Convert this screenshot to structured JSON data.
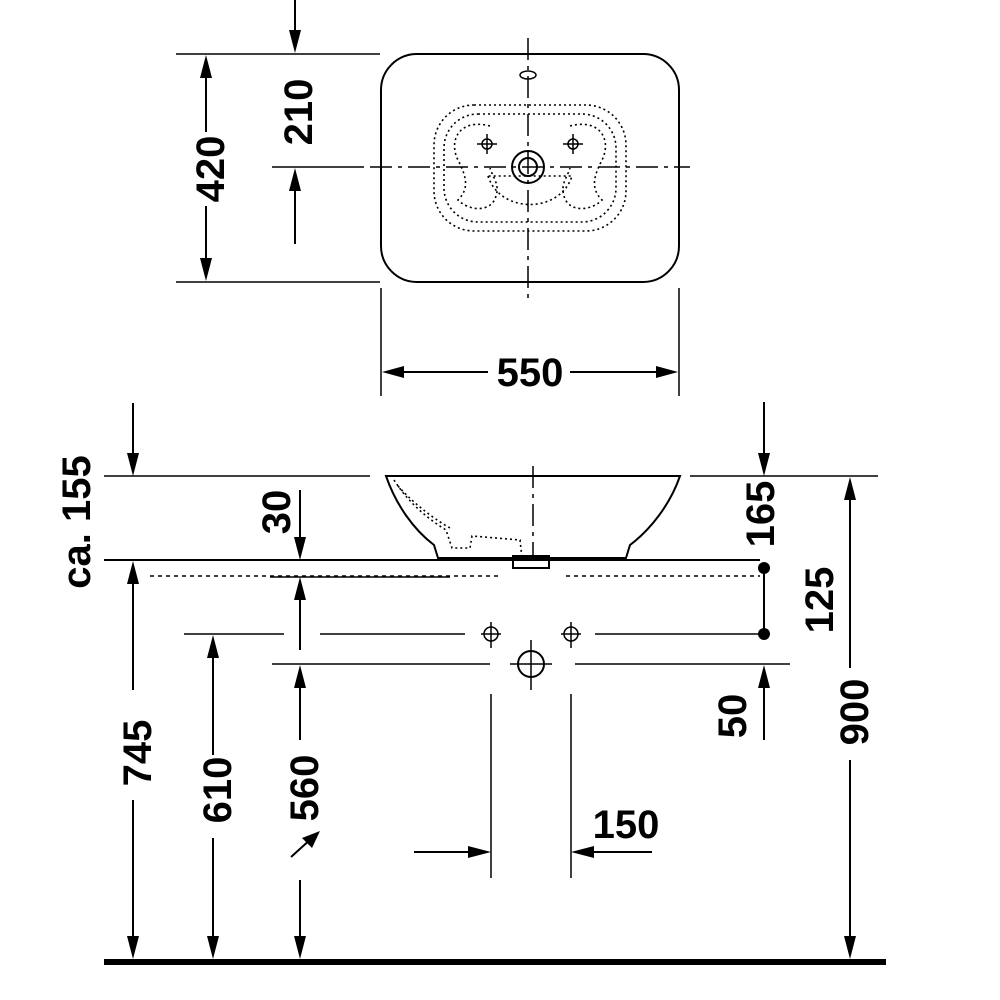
{
  "dimensions": {
    "top_height": "420",
    "top_offset": "210",
    "top_width": "550",
    "overall_height": "ca. 155",
    "rim_depth": "30",
    "right_offset": "165",
    "valve_offset": "125",
    "valve_spacing": "50",
    "floor_to_top": "900",
    "floor_to_rim": "745",
    "floor_to_valves": "610",
    "floor_to_waste": "560",
    "waste_width": "150"
  }
}
